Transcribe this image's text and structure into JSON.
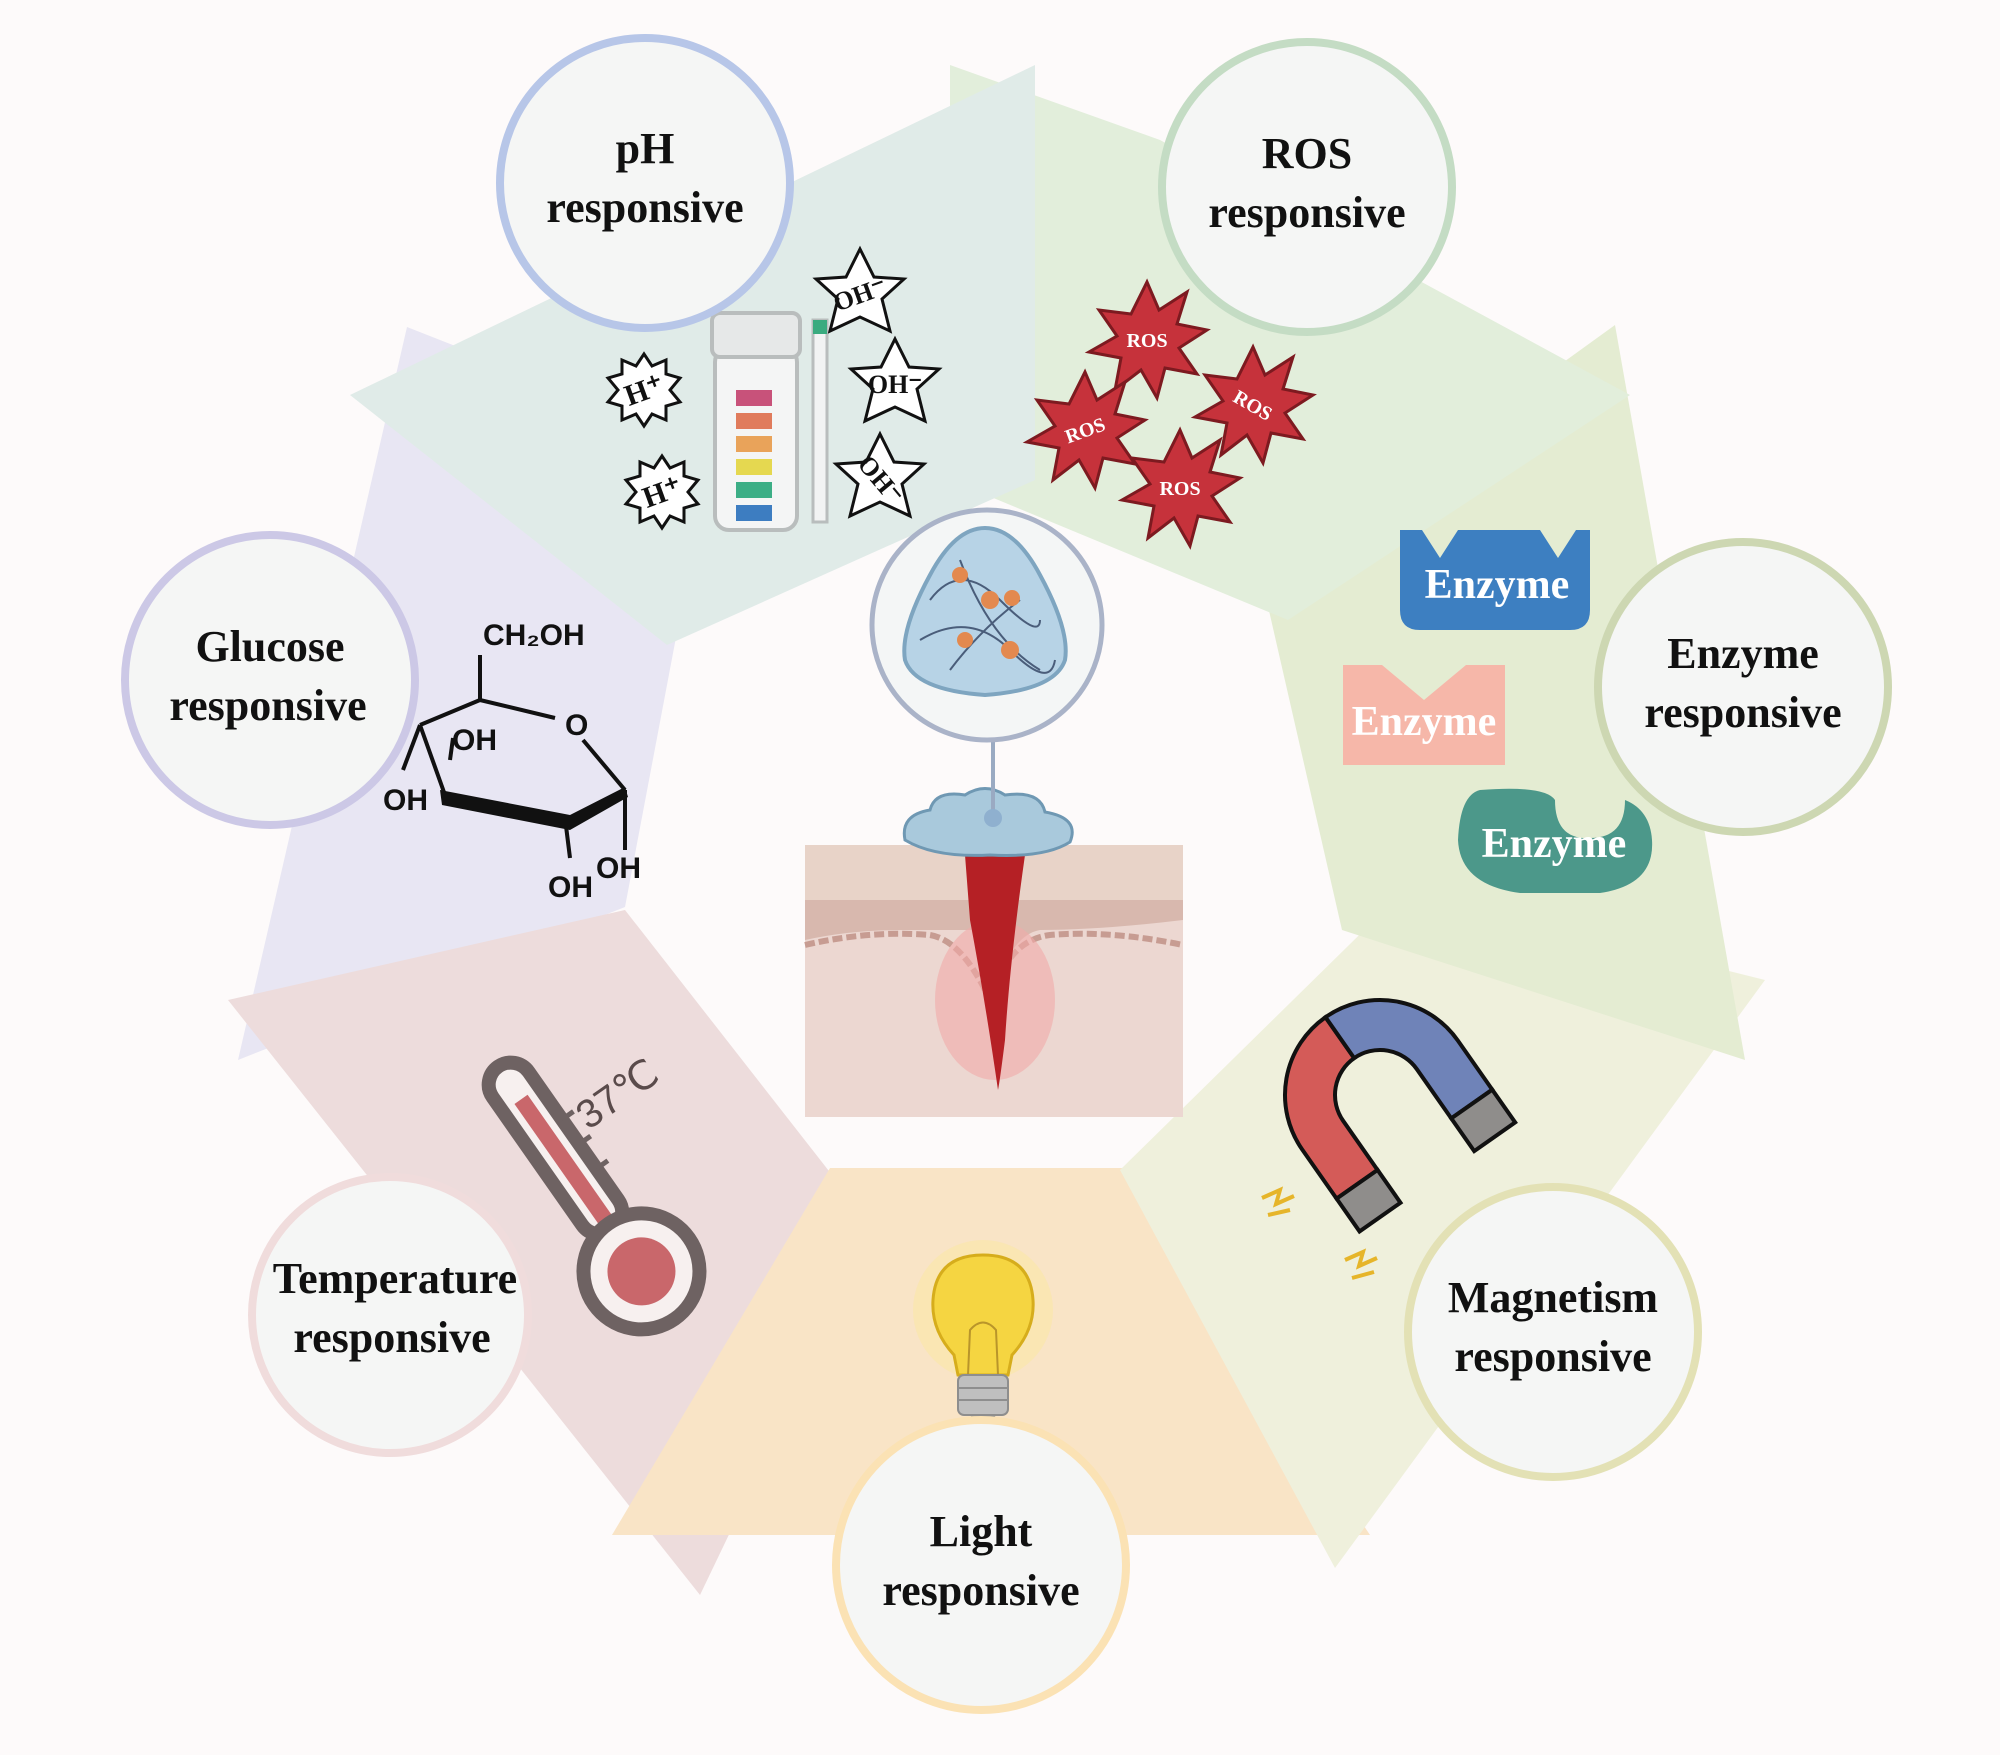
{
  "center": {
    "hydrogel_name": "hydrogel",
    "wound_name": "skin wound"
  },
  "responses": [
    {
      "key": "ph",
      "line1": "pH",
      "line2": "responsive",
      "ring": "#b7c6e8",
      "sector": "#e0ebe8"
    },
    {
      "key": "ros",
      "line1": "ROS",
      "line2": "responsive",
      "ring": "#c4dcc4",
      "sector": "#e2eedb"
    },
    {
      "key": "enzyme",
      "line1": "Enzyme",
      "line2": "responsive",
      "ring": "#cdd7b2",
      "sector": "#e4ecd2"
    },
    {
      "key": "magnetism",
      "line1": "Magnetism",
      "line2": "responsive",
      "ring": "#e3e1b5",
      "sector": "#eff0dc"
    },
    {
      "key": "light",
      "line1": "Light",
      "line2": "responsive",
      "ring": "#fbe2b4",
      "sector": "#f9e4c6"
    },
    {
      "key": "temperature",
      "line1": "Temperature",
      "line2": "responsive",
      "ring": "#f0dcdc",
      "sector": "#eddcdc"
    },
    {
      "key": "glucose",
      "line1": "Glucose",
      "line2": "responsive",
      "ring": "#ccc8e6",
      "sector": "#e8e6f3"
    }
  ],
  "ph_icons": {
    "proton": "H⁺",
    "hydroxide": "OH⁻"
  },
  "ros_label": "ROS",
  "enzyme_label": "Enzyme",
  "enzyme_colors": [
    "#3d7fc1",
    "#f6b7a9",
    "#4c988a"
  ],
  "temperature_value": "37℃",
  "glucose": {
    "ch2oh": "CH₂OH",
    "o": "O",
    "oh": "OH"
  }
}
